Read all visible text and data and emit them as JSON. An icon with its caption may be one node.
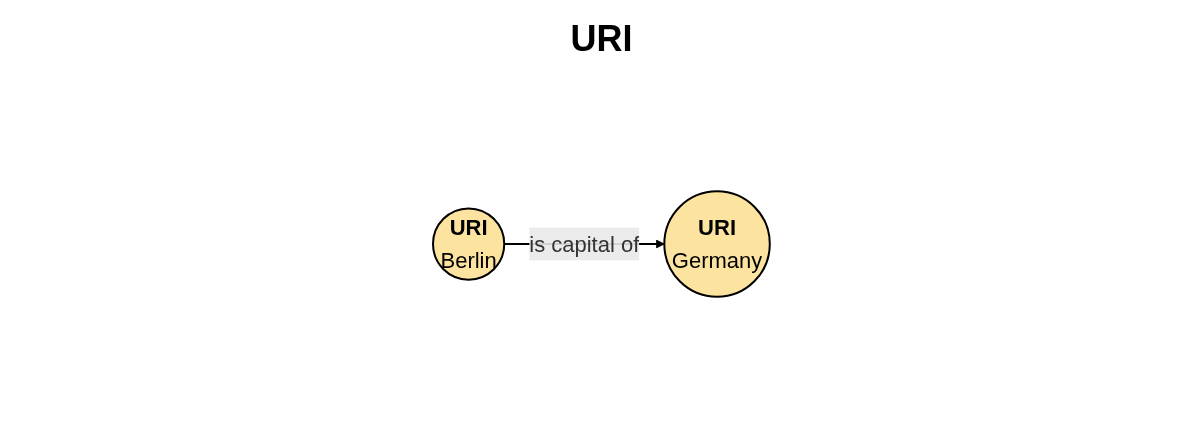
{
  "diagram": {
    "nodes": [
      {
        "text": [
          "URI",
          "Berlin"
        ]
      },
      {
        "text": [
          "URI",
          "Germany"
        ]
      }
    ],
    "edges": [
      {
        "from": 0,
        "to": 1,
        "arrow": "to",
        "label": "is capital of"
      }
    ],
    "labels": [
      "URI"
    ]
  }
}
